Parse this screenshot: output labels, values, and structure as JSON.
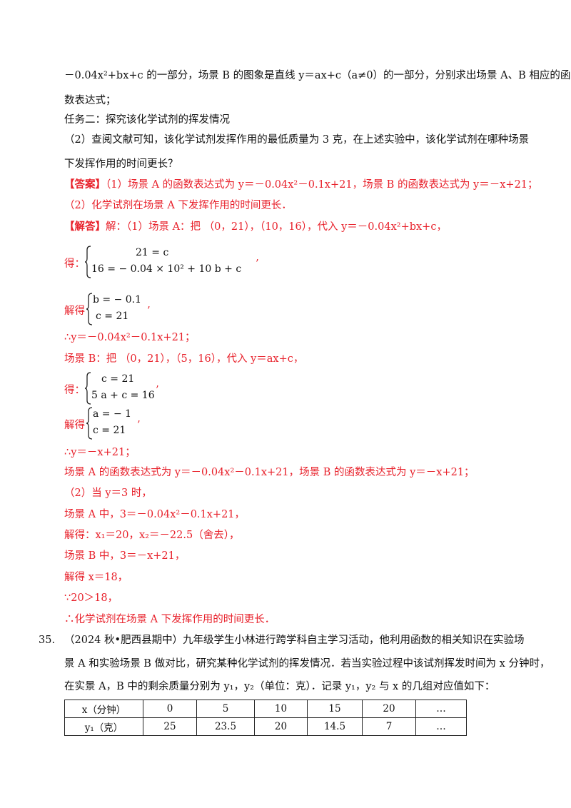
{
  "lines": {
    "l01": "－0.04x²+bx+c 的一部分，场景 B 的图象是直线 y＝ax+c（a≠0）的一部分，分别求出场景 A、B 相应的函",
    "l02": "数表达式；",
    "l03": "任务二：探究该化学试剂的挥发情况",
    "l04": "（2）查阅文献可知，该化学试剂发挥作用的最低质量为 3 克，在上述实验中，该化学试剂在哪种场景",
    "l05": "下发挥作用的时间更长？",
    "l06_tag": "【答案】",
    "l06": "（1）场景 A 的函数表达式为 y＝－0.04x²－0.1x+21，场景 B 的函数表达式为 y＝－x+21；",
    "l07": "（2）化学试剂在场景 A 下发挥作用的时间更长．",
    "l08_tag": "【解答】",
    "l08": "解：（1）场景 A：把 （0，21），（10，16），代入 y＝－0.04x²+bx+c，",
    "l09_label": "得：",
    "l09_row1": "21 = c",
    "l09_row2": "16 = − 0.04 × 10² + 10 b + c",
    "l10_label": "解得",
    "l10_row1": "b = − 0.1",
    "l10_row2": "c = 21",
    "l11": "∴y＝－0.04x²－0.1x+21；",
    "l12": "场景 B：把 （0，21），（5，16），代入 y＝ax+c，",
    "l13_label": "得：",
    "l13_row1": "c = 21",
    "l13_row2": "5 a + c = 16",
    "l14_label": "解得",
    "l14_row1": "a = − 1",
    "l14_row2": "c = 21",
    "l15": "∴y＝－x+21；",
    "l16": "场景 A 的函数表达式为 y＝－0.04x²－0.1x+21，场景 B 的函数表达式为 y＝－x+21；",
    "l17": "（2）当 y＝3 时，",
    "l18": "场景 A 中，3＝－0.04x²－0.1x+21，",
    "l19": "解得：x₁＝20，x₂＝－22.5（舍去），",
    "l20": "场景 B 中，3＝－x+21，",
    "l21": "解得 x＝18，",
    "l22": "∵20＞18，",
    "l23": "∴化学试剂在场景 A 下发挥作用的时间更长．",
    "q35_num": "35.",
    "q35_l1": "（2024 秋•肥西县期中）九年级学生小林进行跨学科自主学习活动，他利用函数的相关知识在实验场",
    "q35_l2": "景 A 和实验场景 B 做对比，研究某种化学试剂的挥发情况．若当实验过程中该试剂挥发时间为 x 分钟时，",
    "q35_l3": "在实景 A，B 中的剩余质量分别为 y₁，y₂（单位：克）．记录 y₁，y₂ 与 x 的几组对应值如下："
  },
  "table": {
    "row1": [
      "x（分钟）",
      "0",
      "5",
      "10",
      "15",
      "20",
      "…"
    ],
    "row2": [
      "y₁（克）",
      "25",
      "23.5",
      "20",
      "14.5",
      "7",
      "…"
    ]
  },
  "colors": {
    "answer": "#e8212b",
    "text": "#111111"
  }
}
